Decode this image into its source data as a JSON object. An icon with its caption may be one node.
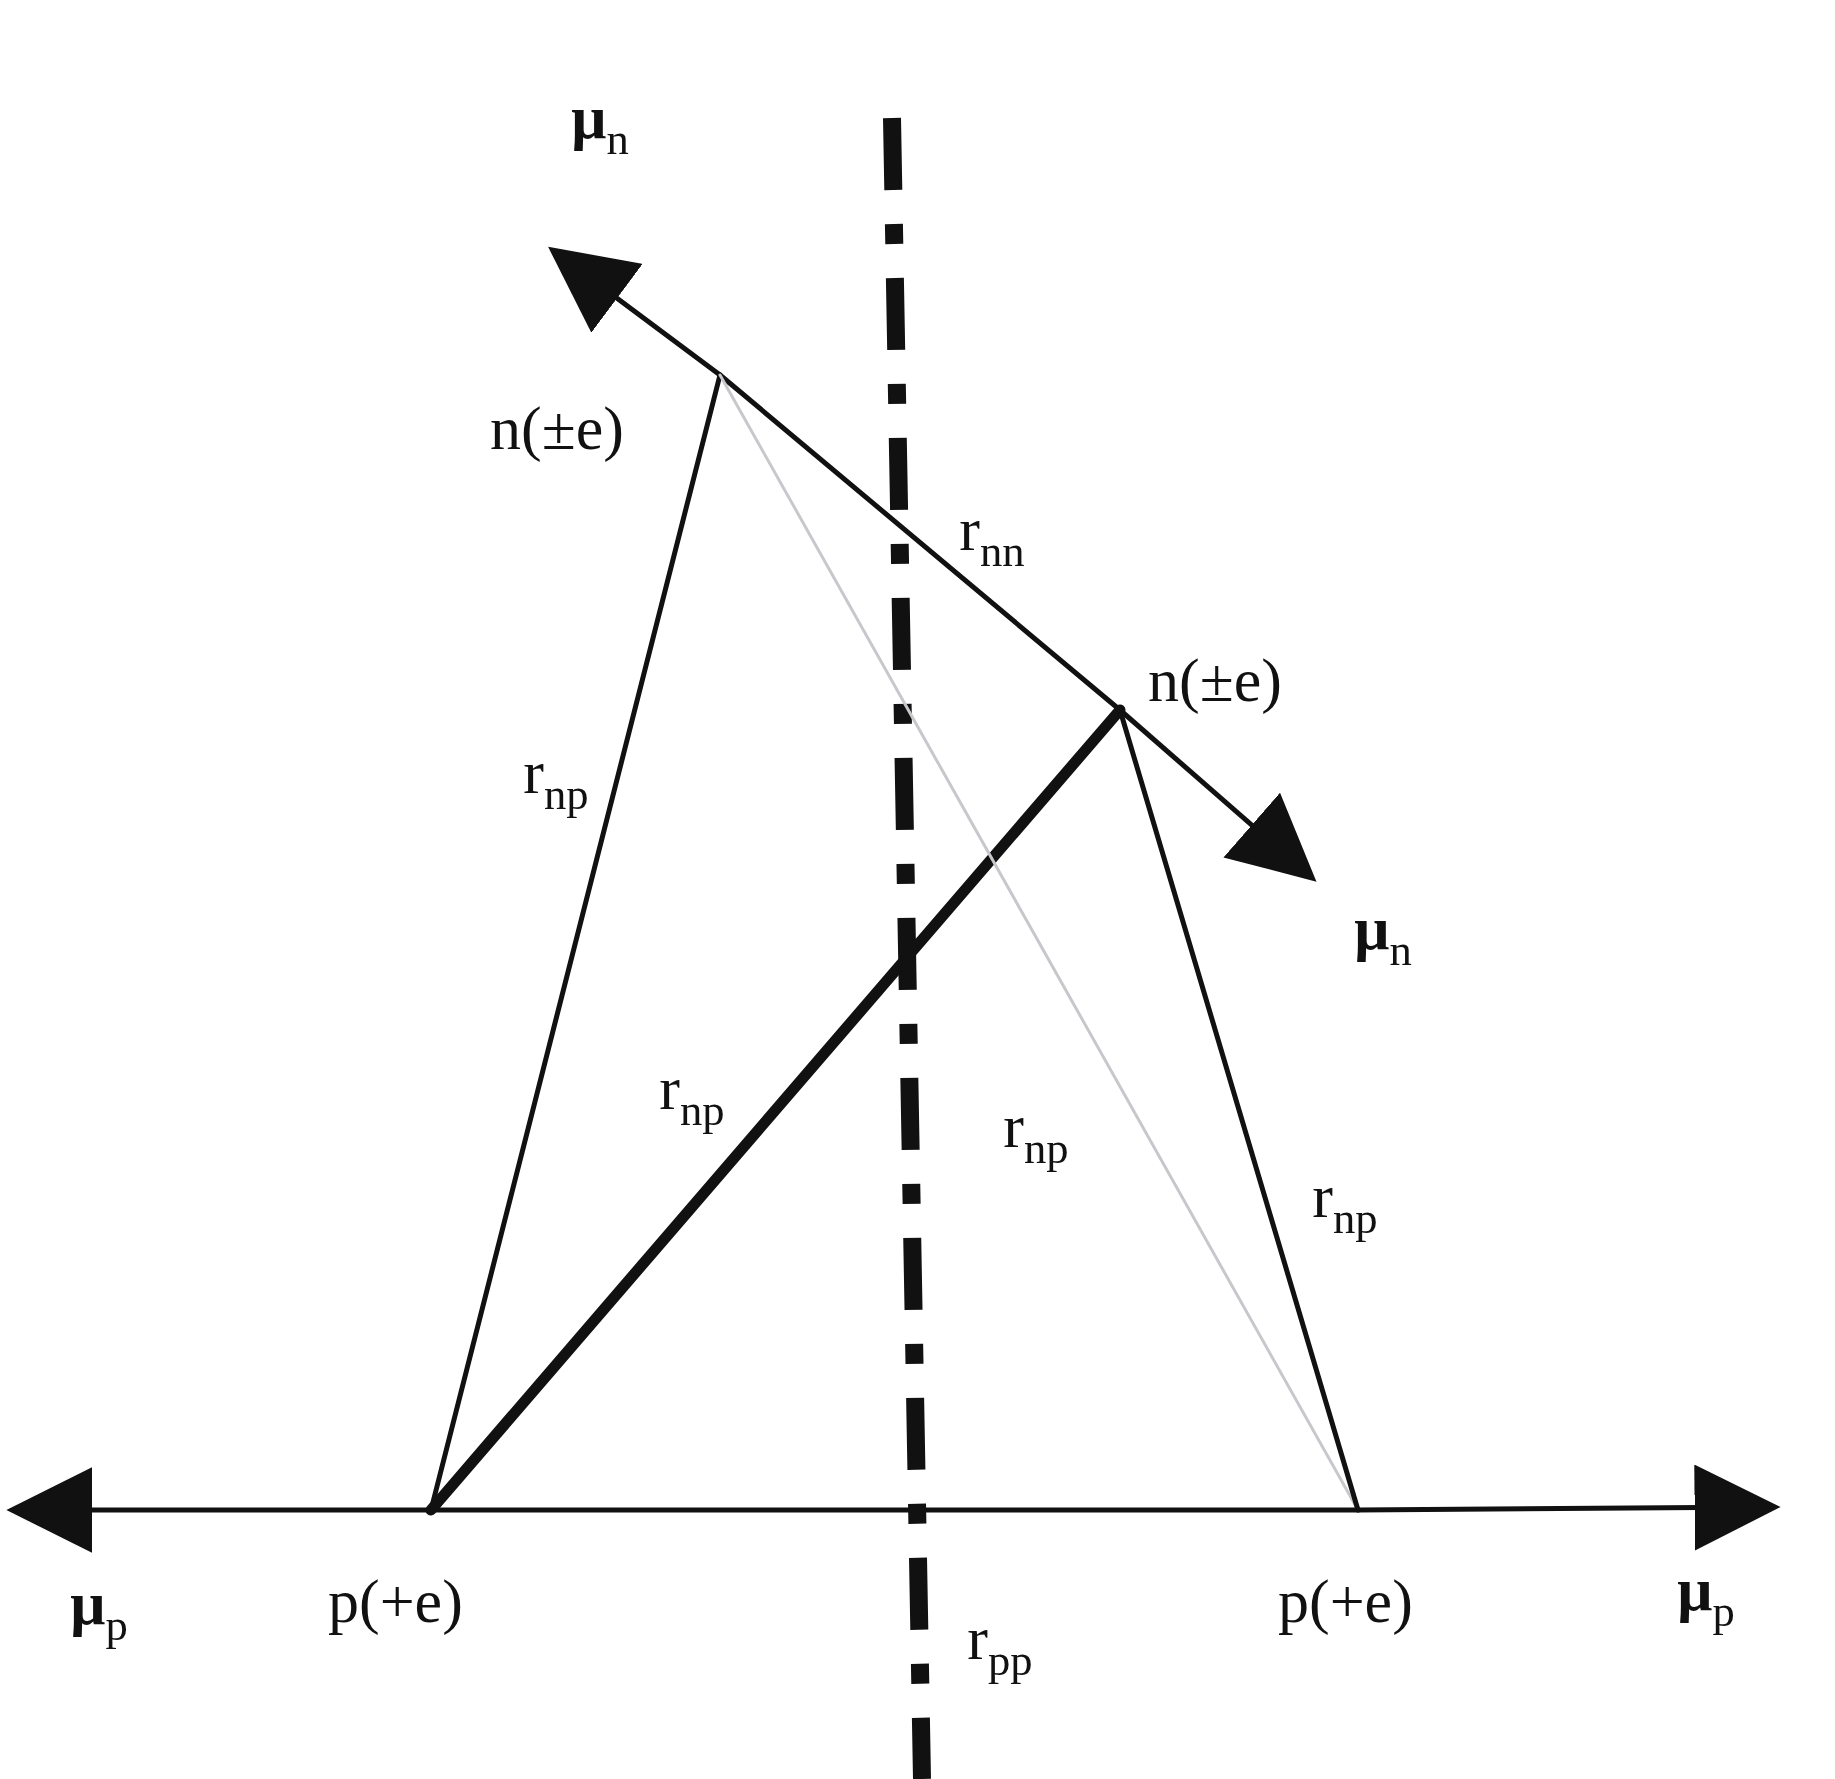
{
  "diagram": {
    "nodes": [
      {
        "text": [
          "n(±e)"
        ]
      },
      {
        "text": [
          "n(±e)"
        ]
      },
      {
        "text": [
          "p(+e)"
        ]
      },
      {
        "text": [
          "p(+e)"
        ]
      }
    ],
    "edges": [
      {
        "from": 0,
        "to": 1,
        "arrow": "none",
        "label": "r$_{nn}$"
      },
      {
        "from": 0,
        "to": 2,
        "arrow": "none",
        "label": "r$_{np}$"
      },
      {
        "from": 1,
        "to": 2,
        "arrow": "none",
        "label": "r$_{np}$",
        "style": "thick"
      },
      {
        "from": 0,
        "to": 3,
        "arrow": "none",
        "label": "r$_{np}$",
        "color": "#c8c8cc"
      },
      {
        "from": 1,
        "to": 3,
        "arrow": "none",
        "label": "r$_{np}$"
      },
      {
        "from": 2,
        "to": 3,
        "arrow": "none",
        "label": "r$_{pp}$"
      }
    ],
    "labels": [
      "μ$_{n}$",
      "μ$_{n}$",
      "μ$_{p}$",
      "μ$_{p}$"
    ]
  }
}
